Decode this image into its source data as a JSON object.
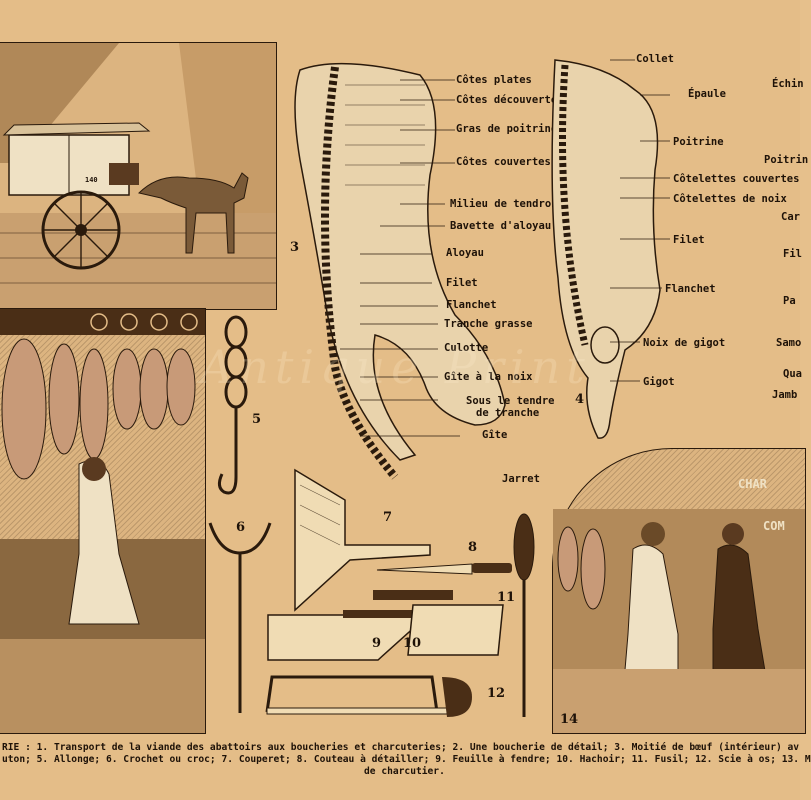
{
  "figure_labels": {
    "beef": [
      "Côtes plates",
      "Côtes découvertes",
      "Gras de poitrine",
      "Côtes couvertes",
      "Milieu de tendron",
      "Bavette d'aloyau",
      "Aloyau",
      "Filet",
      "Flanchet",
      "Tranche grasse",
      "Culotte",
      "Gîte à la noix",
      "Sous le tendre",
      "de tranche",
      "Gîte",
      "Jarret"
    ],
    "mutton": [
      "Collet",
      "Épaule",
      "Poitrine",
      "Côtelettes couvertes",
      "Côtelettes de noix",
      "Filet",
      "Flanchet",
      "Noix de gigot",
      "Gigot"
    ],
    "pork_partial": [
      "Échin",
      "Poitrin",
      "Car",
      "Fil",
      "Pa",
      "Samo",
      "Qua",
      "Jamb"
    ]
  },
  "numbers": {
    "n3": "3",
    "n4": "4",
    "n5": "5",
    "n6": "6",
    "n7": "7",
    "n8": "8",
    "n9": "9",
    "n10": "10",
    "n11": "11",
    "n12": "12",
    "n14": "14"
  },
  "cart_plate": "140",
  "shop_sign": {
    "line1": "CHAR",
    "line2": "COM"
  },
  "caption": {
    "line1": "RIE : 1. Transport de la viande des abattoirs aux boucheries et charcuteries; 2. Une boucherie de détail; 3. Moitié de bœuf (intérieur) av",
    "line2": "uton; 5. Allonge; 6. Crochet ou croc; 7. Couperet; 8. Couteau à détailler; 9. Feuille à fendre; 10. Hachoir; 11. Fusil; 12. Scie à os; 13. M",
    "line3": "de charcutier."
  },
  "watermark": "Antique Print"
}
